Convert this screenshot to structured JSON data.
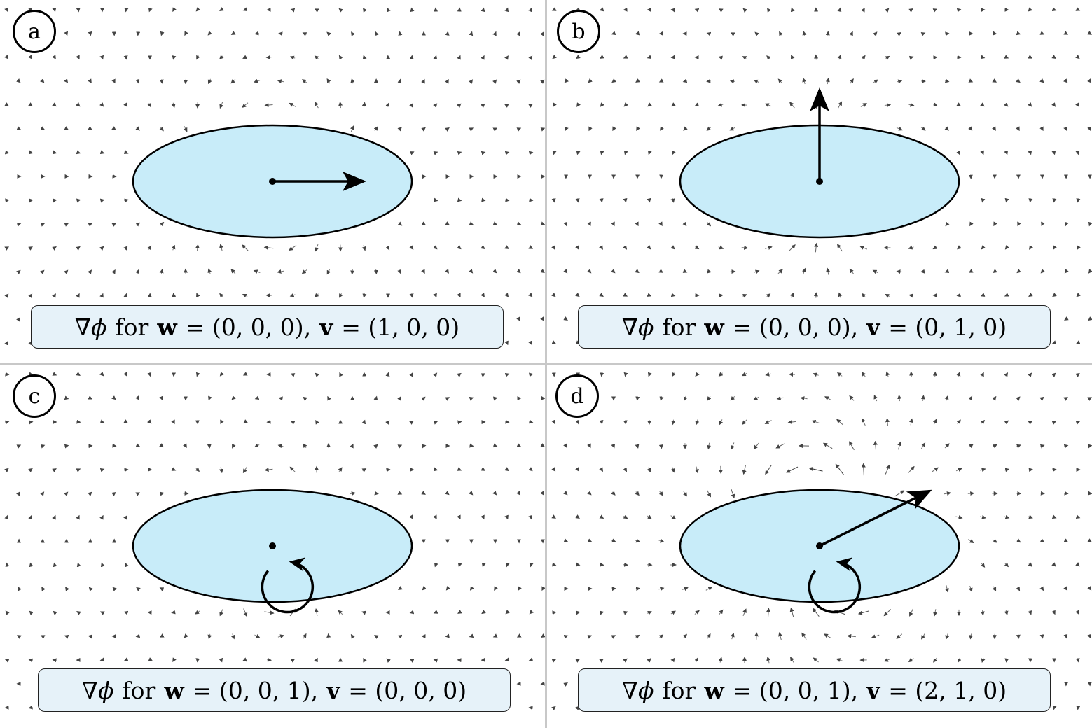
{
  "panels": [
    {
      "label": "a",
      "caption": {
        "prefix": "∇",
        "phi": "ϕ",
        "for_text": "for",
        "w_sym": "w",
        "w_val": "= (0, 0, 0),",
        "v_sym": "v",
        "v_val": "= (1, 0, 0)"
      },
      "w": [
        0,
        0,
        0
      ],
      "v": [
        1,
        0,
        0
      ]
    },
    {
      "label": "b",
      "caption": {
        "prefix": "∇",
        "phi": "ϕ",
        "for_text": "for",
        "w_sym": "w",
        "w_val": "= (0, 0, 0),",
        "v_sym": "v",
        "v_val": "= (0, 1, 0)"
      },
      "w": [
        0,
        0,
        0
      ],
      "v": [
        0,
        1,
        0
      ]
    },
    {
      "label": "c",
      "caption": {
        "prefix": "∇",
        "phi": "ϕ",
        "for_text": "for",
        "w_sym": "w",
        "w_val": "= (0, 0, 1),",
        "v_sym": "v",
        "v_val": "= (0, 0, 0)"
      },
      "w": [
        0,
        0,
        1
      ],
      "v": [
        0,
        0,
        0
      ]
    },
    {
      "label": "d",
      "caption": {
        "prefix": "∇",
        "phi": "ϕ",
        "for_text": "for",
        "w_sym": "w",
        "w_val": "= (0, 0, 1),",
        "v_sym": "v",
        "v_val": "= (2, 1, 0)"
      },
      "w": [
        0,
        0,
        1
      ],
      "v": [
        2,
        1,
        0
      ]
    }
  ],
  "colors": {
    "ellipse_fill": "#c8ecf9",
    "ellipse_stroke": "#000000",
    "caption_fill": "#e6f2f9",
    "field_arrow": "#444444",
    "divider": "#c8c8c8"
  }
}
